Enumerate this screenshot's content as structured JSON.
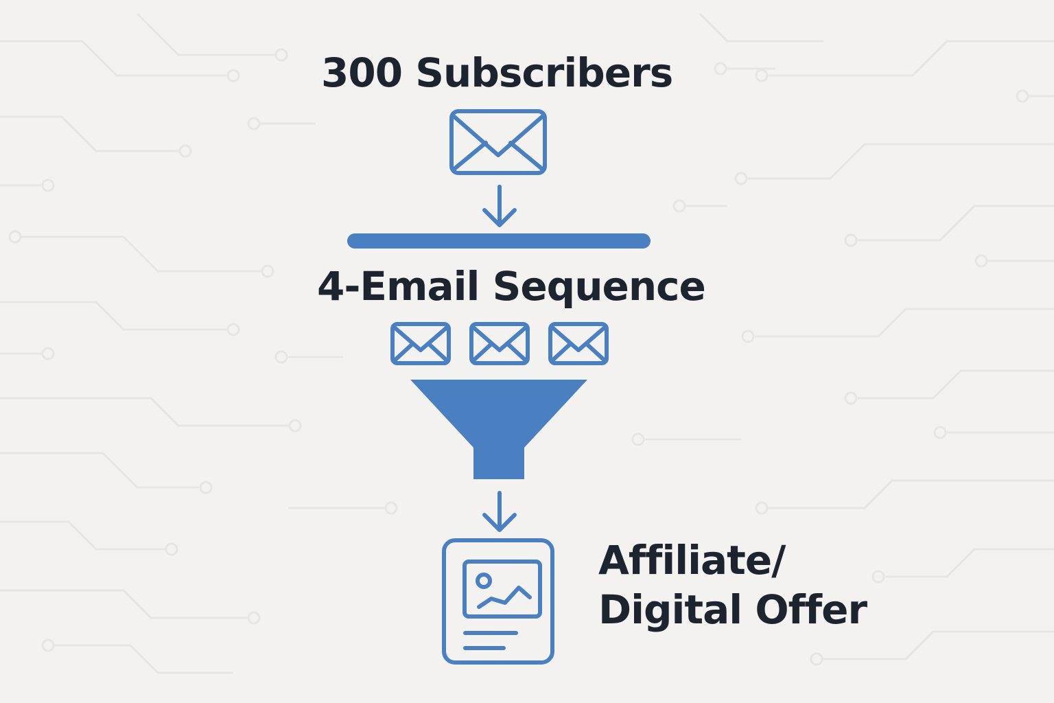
{
  "colors": {
    "background": "#f3f2f0",
    "accent_blue": "#4a7fc1",
    "text_dark": "#1d2430",
    "circuit_lines": "#e6e5e2"
  },
  "steps": {
    "subscribers": {
      "label": "300 Subscribers",
      "icon": "envelope-icon"
    },
    "sequence": {
      "label": "4-Email Sequence",
      "icons": [
        "envelope-icon",
        "envelope-icon",
        "envelope-icon"
      ]
    },
    "filter": {
      "icon": "funnel-icon"
    },
    "offer": {
      "label_line1": "Affiliate/",
      "label_line2": "Digital Offer",
      "icon": "image-document-icon"
    }
  },
  "connectors": [
    "arrow-down-icon",
    "arrow-down-icon"
  ]
}
